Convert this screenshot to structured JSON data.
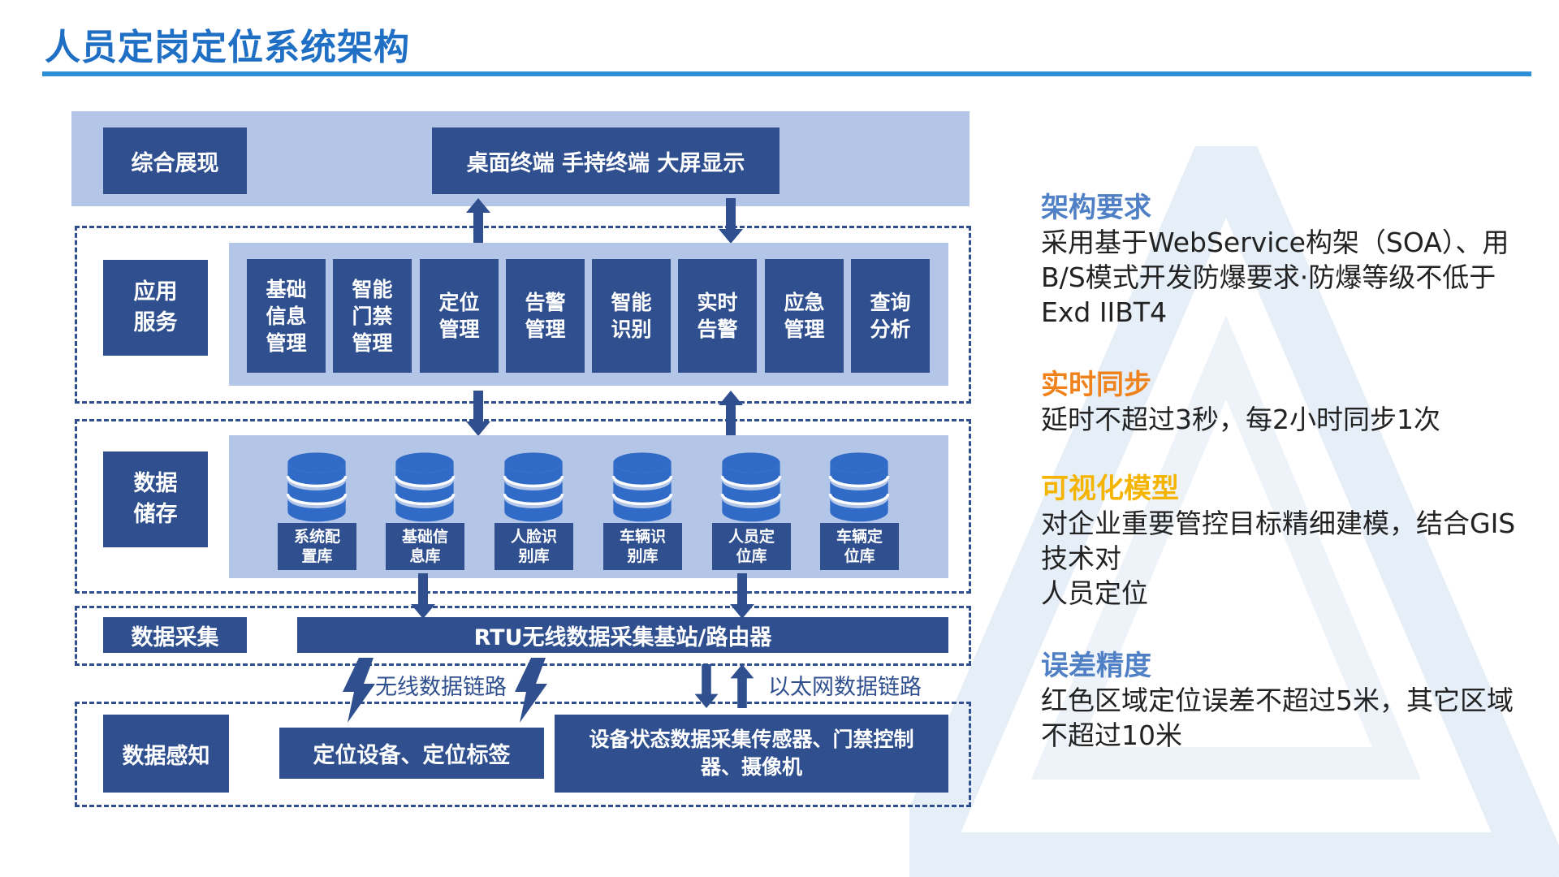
{
  "title": "人员定岗定位系统架构",
  "layers": {
    "presentation": {
      "label": "综合展现",
      "terminals": "桌面终端 手持终端 大屏显示"
    },
    "application": {
      "label": "应用\n服务",
      "modules": [
        "基础\n信息\n管理",
        "智能\n门禁\n管理",
        "定位\n管理",
        "告警\n管理",
        "智能\n识别",
        "实时\n告警",
        "应急\n管理",
        "查询\n分析"
      ]
    },
    "storage": {
      "label": "数据\n储存",
      "databases": [
        "系统配\n置库",
        "基础信\n息库",
        "人脸识\n别库",
        "车辆识\n别库",
        "人员定\n位库",
        "车辆定\n位库"
      ]
    },
    "collection": {
      "label": "数据采集",
      "gateway": "RTU无线数据采集基站/路由器"
    },
    "links": {
      "wireless": "无线数据链路",
      "ethernet": "以太网数据链路"
    },
    "perception": {
      "label": "数据感知",
      "positioning": "定位设备、定位标签",
      "devices": "设备状态数据采集传感器、门禁控制\n器、摄像机"
    }
  },
  "requirements": [
    {
      "heading": "架构要求",
      "color": "#4f7fc4",
      "body": "采用基于WebService构架（SOA）、用B/S模式开发防爆要求·防爆等级不低于Exd IIBT4"
    },
    {
      "heading": "实时同步",
      "color": "#f0821c",
      "body": "延时不超过3秒，每2小时同步1次"
    },
    {
      "heading": "可视化模型",
      "color": "#f5b400",
      "body": "对企业重要管控目标精细建模，结合GIS技术对\n人员定位"
    },
    {
      "heading": "误差精度",
      "color": "#4f7fc4",
      "body": "红色区域定位误差不超过5米，其它区域不超过10米"
    }
  ],
  "colors": {
    "navy": "#2f4f8f",
    "band": "#b4c6e7",
    "title": "#1f6fc5",
    "rule": "#2e8fd4"
  }
}
